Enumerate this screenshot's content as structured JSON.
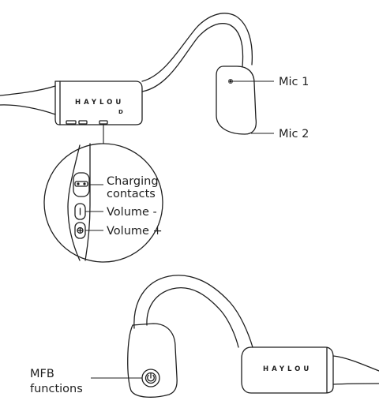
{
  "brand": {
    "front": "HAYLOU",
    "back": "HAYLOU"
  },
  "labels": {
    "mic1": "Mic 1",
    "mic2": "Mic 2",
    "charging_line1": "Charging",
    "charging_line2": "contacts",
    "volume_minus": "Volume -",
    "volume_plus": "Volume +",
    "mfb_line1": "MFB",
    "mfb_line2": "functions"
  },
  "icons": {
    "volume_plus_button": "plus-symbol",
    "mfb_button": "power-symbol"
  }
}
